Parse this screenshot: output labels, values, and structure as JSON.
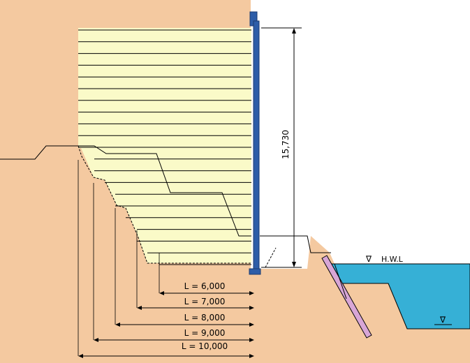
{
  "colors": {
    "soil": "#f4c9a0",
    "fill_zone": "#fafac8",
    "water": "#36b0d6",
    "wall_panel": "#2d5da8",
    "anchor": "#d8a6d6",
    "line": "#000000"
  },
  "dimension": {
    "wall_height": "15,730"
  },
  "water_levels": {
    "hwl_label": "H.W.L",
    "hwl_symbol": "∇",
    "lwl_symbol": "∇"
  },
  "reinforcement_lengths": [
    "L = 6,000",
    "L = 7,000",
    "L = 8,000",
    "L = 9,000",
    "L = 10,000"
  ]
}
